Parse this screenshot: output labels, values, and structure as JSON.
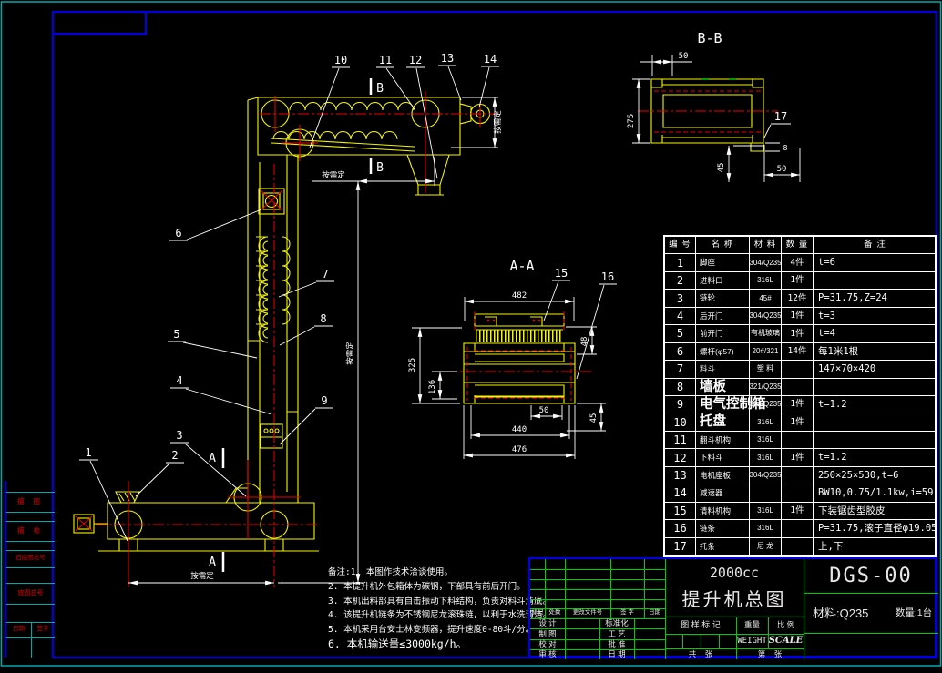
{
  "colors": {
    "background": "#000000",
    "geometry": "#f5f500",
    "centerline": "#ee0000",
    "annotation": "#ffffff",
    "frame_inner": "#0000e6",
    "frame_outer": "#00aaaa",
    "table_lines": "#00cc00",
    "margin_text": "#e00000"
  },
  "drawing": {
    "sections": {
      "bb": "B-B",
      "aa": "A-A",
      "mark_a": "A",
      "mark_b": "B"
    },
    "balloons": [
      "1",
      "2",
      "3",
      "4",
      "5",
      "6",
      "7",
      "8",
      "9",
      "10",
      "11",
      "12",
      "13",
      "14",
      "15",
      "16",
      "17"
    ],
    "dims": {
      "fit": "按需定",
      "bb_top": "50",
      "bb_left": "275",
      "bb_right": "50",
      "bb_h45": "45",
      "bb_t8": "8",
      "aa_w482": "482",
      "aa_h325": "325",
      "aa_h136": "136",
      "aa_w50": "50",
      "aa_w440": "440",
      "aa_w476": "476",
      "aa_h48": "48",
      "aa_h45": "45"
    }
  },
  "parts_table": {
    "headers": [
      "编 号",
      "名  称",
      "材 料",
      "数 量",
      "备    注"
    ],
    "large_name_rows": [
      8,
      9,
      10
    ],
    "rows": [
      [
        "1",
        "脚座",
        "304/Q235",
        "4件",
        "t=6"
      ],
      [
        "2",
        "进料口",
        "316L",
        "1件",
        ""
      ],
      [
        "3",
        "链轮",
        "45#",
        "12件",
        "P=31.75,Z=24"
      ],
      [
        "4",
        "后开门",
        "304/Q235",
        "1件",
        "t=3"
      ],
      [
        "5",
        "前开门",
        "有机玻璃",
        "1件",
        "t=4"
      ],
      [
        "6",
        "螺杆(φ57)",
        "20#/321",
        "14件",
        "每1米1根"
      ],
      [
        "7",
        "料斗",
        "塑 料",
        "",
        "147×70×420"
      ],
      [
        "8",
        "墙板",
        "321/Q235",
        "",
        ""
      ],
      [
        "9",
        "电气控制箱",
        "304/Q235",
        "1件",
        "t=1.2"
      ],
      [
        "10",
        "托盘",
        "316L",
        "1件",
        ""
      ],
      [
        "11",
        "翻斗机构",
        "316L",
        "",
        ""
      ],
      [
        "12",
        "下料斗",
        "316L",
        "1件",
        "t=1.2"
      ],
      [
        "13",
        "电机座板",
        "304/Q235",
        "",
        "250×25×530,t=6"
      ],
      [
        "14",
        "减速器",
        "",
        "",
        "BW10,0.75/1.1kw,i=59"
      ],
      [
        "15",
        "清料机构",
        "316L",
        "1件",
        "下装锯齿型胶皮"
      ],
      [
        "16",
        "链条",
        "316L",
        "",
        "P=31.75,滚子直径φ19.05"
      ],
      [
        "17",
        "托条",
        "尼 龙",
        "",
        "上,下"
      ]
    ]
  },
  "notes": {
    "lines": [
      "备注:1.  本图作技术洽谈使用。",
      "2.  本提升机外包箱体为碳钢，下部具有前后开门。",
      "3.  本机出料部具有自击振动下料结构，负责对料斗清底。",
      "4.  该提升机链条为不锈钢尼龙滚珠链，以利于水洗清洁。",
      "5.  本机采用台安士林变频器，提升速度0-80斗/分。",
      "6.  本机输送量≤3000kg/h。"
    ]
  },
  "title_block": {
    "title_line1": "2000cc",
    "title_line2": "提升机总图",
    "drawing_no": "DGS-00",
    "material": "材料:Q235",
    "quantity": "数量:1台",
    "rev_headers": [
      "标记",
      "处数",
      "更改文件号",
      "签 字",
      "日期"
    ],
    "roles_left": [
      "设 计",
      "制 图",
      "校 对",
      "审 核"
    ],
    "roles_right": [
      "标准化",
      "工 艺",
      "批 准",
      "日 期"
    ],
    "stamp_label": "图 样 标 记",
    "weight_label": "重量",
    "scale_label": "比 例",
    "weight_en": "WEIGHT",
    "scale_en": "SCALE",
    "sheet_total": "共    张",
    "sheet_index": "第    张"
  },
  "margin_strip": {
    "rows": [
      "描 图",
      "描 校",
      "旧底图总号",
      "底图总号"
    ],
    "date_label": "日期",
    "sign_label": "签字"
  }
}
